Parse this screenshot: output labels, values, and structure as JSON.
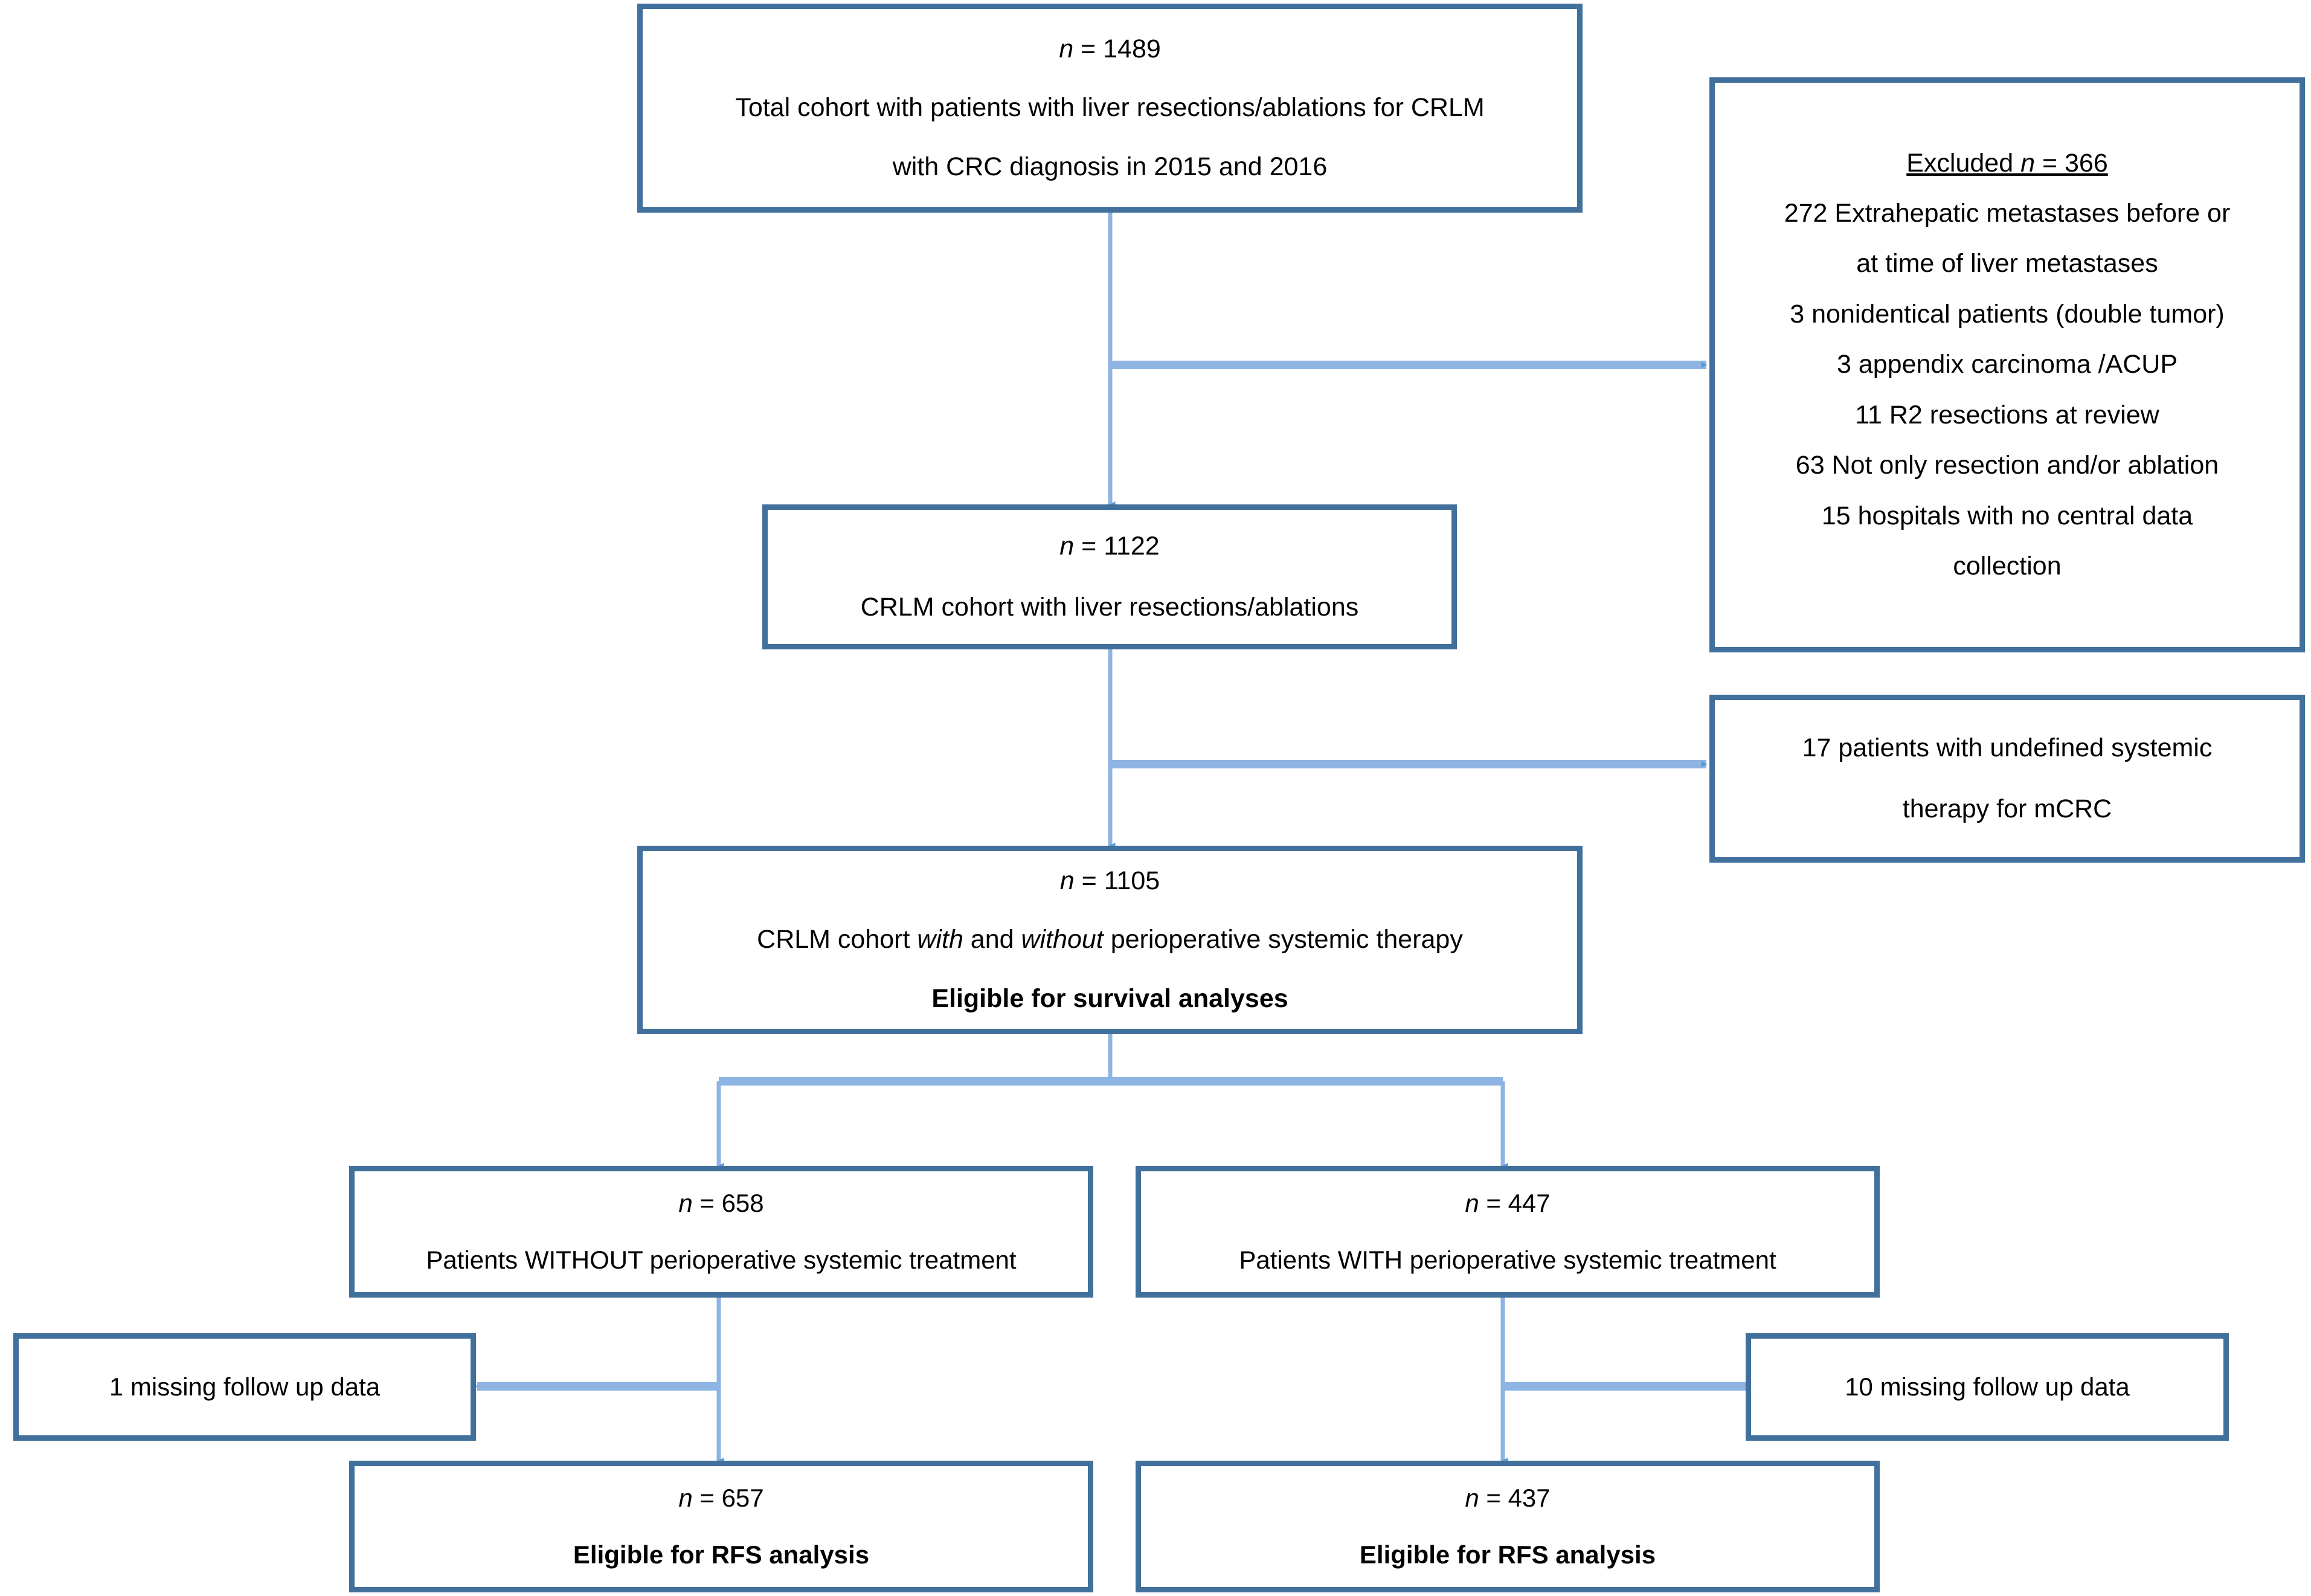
{
  "figure": {
    "type": "flowchart",
    "orientation": "top-down",
    "accent_border_color": "#41709C",
    "connector_color": "#8EB4E3",
    "background_color": "#FFFFFF"
  },
  "nodes": {
    "total_cohort": {
      "n_label": "n",
      "n_equals": " = ",
      "n_value": "1489",
      "line2": "Total cohort with patients with liver resections/ablations for CRLM",
      "line3": "with CRC diagnosis in 2015 and 2016"
    },
    "excluded": {
      "heading_prefix": "Excluded ",
      "heading_italic": "n",
      "heading_value": " = 366",
      "items": [
        "272 Extrahepatic metastases before or",
        "at time of liver metastases",
        "3 nonidentical patients (double tumor)",
        "3 appendix carcinoma /ACUP",
        "11 R2 resections at review",
        "63 Not only resection and/or ablation",
        "15 hospitals with no central data",
        "collection"
      ]
    },
    "crlm_cohort": {
      "n_label": "n",
      "n_equals": " = ",
      "n_value": "1122",
      "line2": "CRLM cohort with liver resections/ablations"
    },
    "undefined_therapy": {
      "line1": "17 patients with undefined systemic",
      "line2": "therapy for mCRC"
    },
    "eligible_survival": {
      "n_label": "n",
      "n_equals": " = ",
      "n_value": "1105",
      "line2_a": "CRLM cohort ",
      "line2_b": "with",
      "line2_c": " and ",
      "line2_d": "without",
      "line2_e": " perioperative systemic therapy",
      "line3": "Eligible for survival analyses"
    },
    "without_treatment": {
      "n_label": "n",
      "n_equals": " = ",
      "n_value": "658",
      "line2": "Patients WITHOUT perioperative systemic treatment"
    },
    "with_treatment": {
      "n_label": "n",
      "n_equals": " = ",
      "n_value": "447",
      "line2": "Patients WITH perioperative systemic treatment"
    },
    "missing_left": {
      "line1": "1 missing follow up data"
    },
    "missing_right": {
      "line1": "10 missing follow up data"
    },
    "rfs_left": {
      "n_label": "n",
      "n_equals": " = ",
      "n_value": "657",
      "line2": "Eligible for RFS analysis"
    },
    "rfs_right": {
      "n_label": "n",
      "n_equals": " = ",
      "n_value": "437",
      "line2": "Eligible for RFS analysis"
    }
  },
  "chart_data": {
    "type": "flow",
    "title": "CONSORT-style patient selection flow diagram",
    "steps": [
      {
        "id": "total_cohort",
        "n": 1489,
        "label": "Total cohort with patients with liver resections/ablations for CRLM with CRC diagnosis in 2015 and 2016"
      },
      {
        "id": "crlm_cohort",
        "n": 1122,
        "label": "CRLM cohort with liver resections/ablations"
      },
      {
        "id": "eligible_survival",
        "n": 1105,
        "label": "CRLM cohort with and without perioperative systemic therapy — Eligible for survival analyses"
      },
      {
        "id": "without_treatment",
        "n": 658,
        "label": "Patients WITHOUT perioperative systemic treatment"
      },
      {
        "id": "with_treatment",
        "n": 447,
        "label": "Patients WITH perioperative systemic treatment"
      },
      {
        "id": "rfs_left",
        "n": 657,
        "label": "Eligible for RFS analysis"
      },
      {
        "id": "rfs_right",
        "n": 437,
        "label": "Eligible for RFS analysis"
      }
    ],
    "exclusions": [
      {
        "from": "total_cohort",
        "n": 366,
        "reasons": [
          {
            "n": 272,
            "reason": "Extrahepatic metastases before or at time of liver metastases"
          },
          {
            "n": 3,
            "reason": "nonidentical patients (double tumor)"
          },
          {
            "n": 3,
            "reason": "appendix carcinoma /ACUP"
          },
          {
            "n": 11,
            "reason": "R2 resections at review"
          },
          {
            "n": 63,
            "reason": "Not only resection and/or ablation"
          },
          {
            "n": 15,
            "reason": "hospitals with no central data collection"
          }
        ]
      },
      {
        "from": "crlm_cohort",
        "n": 17,
        "reasons": [
          {
            "n": 17,
            "reason": "patients with undefined systemic therapy for mCRC"
          }
        ]
      },
      {
        "from": "without_treatment",
        "n": 1,
        "reasons": [
          {
            "n": 1,
            "reason": "missing follow up data"
          }
        ]
      },
      {
        "from": "with_treatment",
        "n": 10,
        "reasons": [
          {
            "n": 10,
            "reason": "missing follow up data"
          }
        ]
      }
    ]
  }
}
